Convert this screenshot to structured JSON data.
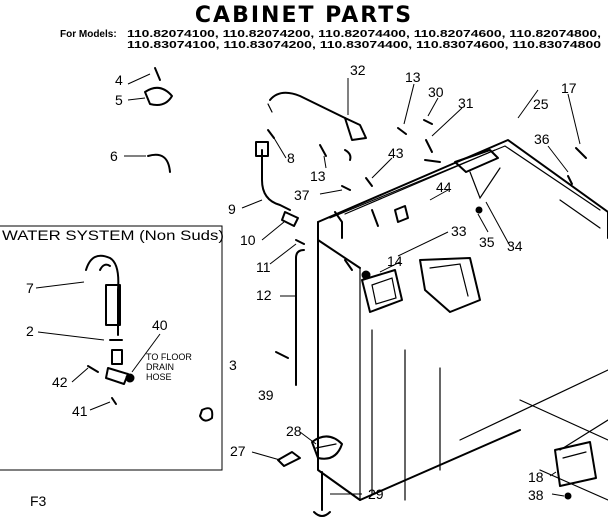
{
  "title": "CABINET PARTS",
  "models": {
    "prefix": "For Models:",
    "line1": "110.82074100, 110.82074200, 110.82074400, 110.82074600, 110.82074800,",
    "line2": "110.83074100, 110.83074200, 110.83074400, 110.83074600, 110.83074800"
  },
  "inset": {
    "heading": "WATER SYSTEM (Non Suds)",
    "note_line1": "TO FLOOR",
    "note_line2": "DRAIN",
    "note_line3": "HOSE"
  },
  "figure_label": "F3",
  "callouts": {
    "c2": "2",
    "c3": "3",
    "c4": "4",
    "c5": "5",
    "c6": "6",
    "c7": "7",
    "c8": "8",
    "c9": "9",
    "c10": "10",
    "c11": "11",
    "c12": "12",
    "c13a": "13",
    "c13b": "13",
    "c14": "14",
    "c17": "17",
    "c18": "18",
    "c25": "25",
    "c27": "27",
    "c28": "28",
    "c29": "29",
    "c30": "30",
    "c31": "31",
    "c32": "32",
    "c33": "33",
    "c34": "34",
    "c35": "35",
    "c36": "36",
    "c37": "37",
    "c38": "38",
    "c39": "39",
    "c40": "40",
    "c41": "41",
    "c42": "42",
    "c43": "43",
    "c44": "44"
  }
}
